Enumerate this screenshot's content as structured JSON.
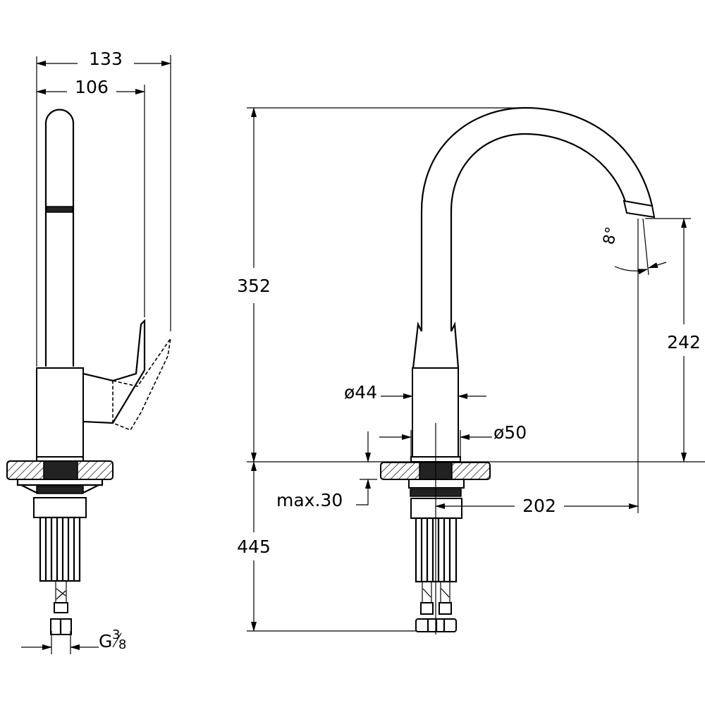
{
  "title": "Kitchen mixer tap technical drawing",
  "dimensions": {
    "overall_depth": "133",
    "body_to_lever": "106",
    "height_above_counter": "352",
    "spout_outlet_height": "242",
    "below_counter": "445",
    "spout_reach": "202",
    "body_diameter": "ø44",
    "base_diameter": "ø50",
    "max_counter_thickness": "max.30",
    "outlet_angle": "8°",
    "connection": "G",
    "connection_num": "3",
    "connection_den": "8"
  }
}
